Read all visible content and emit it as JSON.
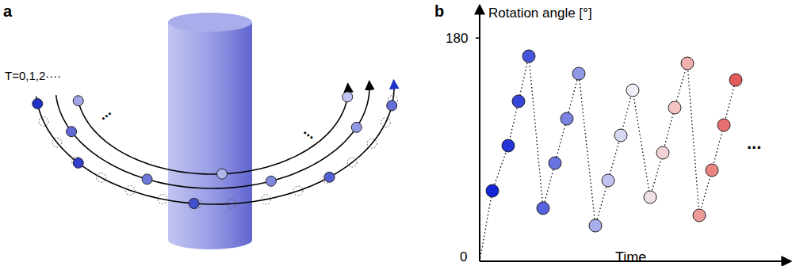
{
  "diagram": {
    "labels": [
      "a",
      "T=0,1,2····",
      "...",
      "...",
      "b",
      "Rotation angle [°]",
      "180",
      "0",
      "Time",
      "..."
    ]
  }
}
